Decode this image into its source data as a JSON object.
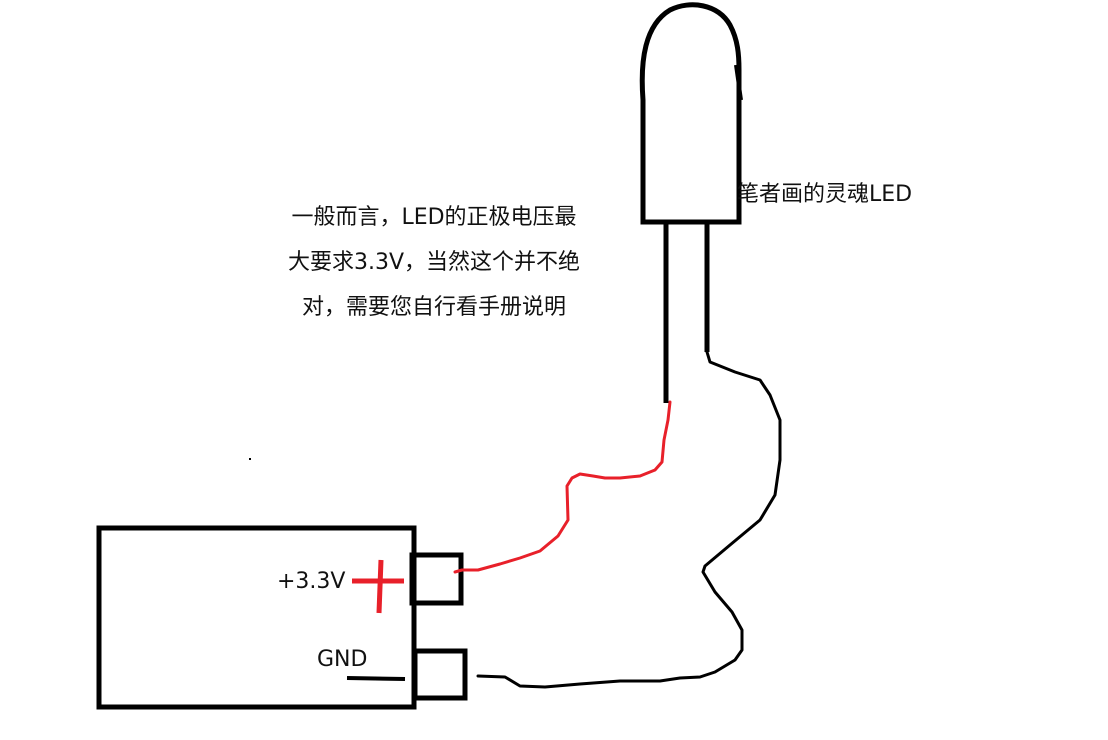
{
  "diagram": {
    "title": "LED wiring sketch",
    "annotations": {
      "main_note_lines": [
        "一般而言，LED的正极电压最",
        "大要求3.3V，当然这个并不绝",
        "对，需要您自行看手册说明"
      ],
      "led_caption": "笔者画的灵魂LED"
    },
    "power_module": {
      "pins": [
        {
          "label": "+3.3V",
          "polarity": "positive",
          "symbol": "plus-icon",
          "wire_color": "#e8202a"
        },
        {
          "label": "GND",
          "polarity": "ground",
          "symbol": "minus-icon",
          "wire_color": "#000000"
        }
      ]
    },
    "led": {
      "legs": [
        {
          "name": "anode",
          "connects_to": "+3.3V"
        },
        {
          "name": "cathode",
          "connects_to": "GND"
        }
      ]
    },
    "colors": {
      "outline": "#000000",
      "positive_wire": "#e8202a",
      "background": "#ffffff"
    }
  }
}
